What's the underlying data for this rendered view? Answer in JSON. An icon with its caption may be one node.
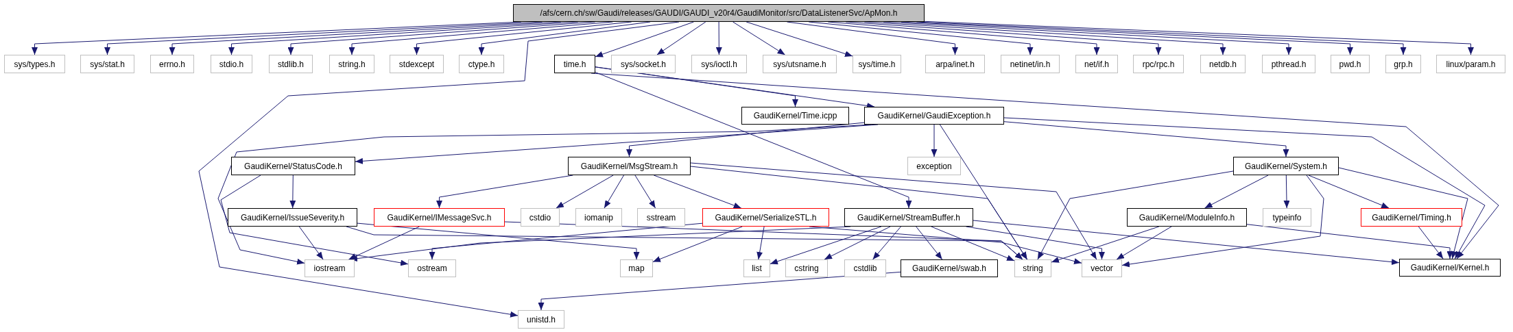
{
  "diagram": {
    "nodes": [
      {
        "text": [
          "/afs/cern.ch/sw/Gaudi/releases/GAUDI/GAUDI_v20r4/GaudiMonitor/src/DataListenerSvc/ApMon.h"
        ]
      },
      {
        "text": [
          "sys/types.h"
        ]
      },
      {
        "text": [
          "sys/stat.h"
        ]
      },
      {
        "text": [
          "errno.h"
        ]
      },
      {
        "text": [
          "stdio.h"
        ]
      },
      {
        "text": [
          "stdlib.h"
        ]
      },
      {
        "text": [
          "string.h"
        ]
      },
      {
        "text": [
          "stdexcept"
        ]
      },
      {
        "text": [
          "ctype.h"
        ]
      },
      {
        "text": [
          "time.h"
        ]
      },
      {
        "text": [
          "sys/socket.h"
        ]
      },
      {
        "text": [
          "sys/ioctl.h"
        ]
      },
      {
        "text": [
          "sys/utsname.h"
        ]
      },
      {
        "text": [
          "sys/time.h"
        ]
      },
      {
        "text": [
          "arpa/inet.h"
        ]
      },
      {
        "text": [
          "netinet/in.h"
        ]
      },
      {
        "text": [
          "net/if.h"
        ]
      },
      {
        "text": [
          "rpc/rpc.h"
        ]
      },
      {
        "text": [
          "netdb.h"
        ]
      },
      {
        "text": [
          "pthread.h"
        ]
      },
      {
        "text": [
          "pwd.h"
        ]
      },
      {
        "text": [
          "grp.h"
        ]
      },
      {
        "text": [
          "linux/param.h"
        ]
      },
      {
        "text": [
          "GaudiKernel/Time.icpp"
        ]
      },
      {
        "text": [
          "GaudiKernel/GaudiException.h"
        ]
      },
      {
        "text": [
          "GaudiKernel/StatusCode.h"
        ]
      },
      {
        "text": [
          "GaudiKernel/MsgStream.h"
        ]
      },
      {
        "text": [
          "exception"
        ]
      },
      {
        "text": [
          "GaudiKernel/System.h"
        ]
      },
      {
        "text": [
          "GaudiKernel/IssueSeverity.h"
        ]
      },
      {
        "text": [
          "GaudiKernel/IMessageSvc.h"
        ]
      },
      {
        "text": [
          "cstdio"
        ]
      },
      {
        "text": [
          "iomanip"
        ]
      },
      {
        "text": [
          "sstream"
        ]
      },
      {
        "text": [
          "GaudiKernel/SerializeSTL.h"
        ]
      },
      {
        "text": [
          "GaudiKernel/StreamBuffer.h"
        ]
      },
      {
        "text": [
          "GaudiKernel/ModuleInfo.h"
        ]
      },
      {
        "text": [
          "typeinfo"
        ]
      },
      {
        "text": [
          "GaudiKernel/Timing.h"
        ]
      },
      {
        "text": [
          "iostream"
        ]
      },
      {
        "text": [
          "ostream"
        ]
      },
      {
        "text": [
          "map"
        ]
      },
      {
        "text": [
          "list"
        ]
      },
      {
        "text": [
          "cstring"
        ]
      },
      {
        "text": [
          "cstdlib"
        ]
      },
      {
        "text": [
          "GaudiKernel/swab.h"
        ]
      },
      {
        "text": [
          "string"
        ]
      },
      {
        "text": [
          "vector"
        ]
      },
      {
        "text": [
          "GaudiKernel/Kernel.h"
        ]
      },
      {
        "text": [
          "unistd.h"
        ]
      }
    ],
    "edges": [
      {
        "from": 0,
        "to": 1,
        "arrow": "to"
      },
      {
        "from": 0,
        "to": 2,
        "arrow": "to"
      },
      {
        "from": 0,
        "to": 3,
        "arrow": "to"
      },
      {
        "from": 0,
        "to": 4,
        "arrow": "to"
      },
      {
        "from": 0,
        "to": 5,
        "arrow": "to"
      },
      {
        "from": 0,
        "to": 6,
        "arrow": "to"
      },
      {
        "from": 0,
        "to": 7,
        "arrow": "to"
      },
      {
        "from": 0,
        "to": 8,
        "arrow": "to"
      },
      {
        "from": 0,
        "to": 9,
        "arrow": "to"
      },
      {
        "from": 0,
        "to": 10,
        "arrow": "to"
      },
      {
        "from": 0,
        "to": 11,
        "arrow": "to"
      },
      {
        "from": 0,
        "to": 12,
        "arrow": "to"
      },
      {
        "from": 0,
        "to": 13,
        "arrow": "to"
      },
      {
        "from": 0,
        "to": 14,
        "arrow": "to"
      },
      {
        "from": 0,
        "to": 15,
        "arrow": "to"
      },
      {
        "from": 0,
        "to": 16,
        "arrow": "to"
      },
      {
        "from": 0,
        "to": 17,
        "arrow": "to"
      },
      {
        "from": 0,
        "to": 18,
        "arrow": "to"
      },
      {
        "from": 0,
        "to": 19,
        "arrow": "to"
      },
      {
        "from": 0,
        "to": 20,
        "arrow": "to"
      },
      {
        "from": 0,
        "to": 21,
        "arrow": "to"
      },
      {
        "from": 0,
        "to": 22,
        "arrow": "to"
      },
      {
        "from": 0,
        "to": 49,
        "arrow": "to"
      },
      {
        "from": 9,
        "to": 23,
        "arrow": "to"
      },
      {
        "from": 9,
        "to": 24,
        "arrow": "to"
      },
      {
        "from": 9,
        "to": 35,
        "arrow": "to"
      },
      {
        "from": 9,
        "to": 48,
        "arrow": "to"
      },
      {
        "from": 24,
        "to": 25,
        "arrow": "to"
      },
      {
        "from": 24,
        "to": 26,
        "arrow": "to"
      },
      {
        "from": 24,
        "to": 27,
        "arrow": "to"
      },
      {
        "from": 24,
        "to": 28,
        "arrow": "to"
      },
      {
        "from": 24,
        "to": 39,
        "arrow": "to"
      },
      {
        "from": 24,
        "to": 46,
        "arrow": "to"
      },
      {
        "from": 24,
        "to": 48,
        "arrow": "to"
      },
      {
        "from": 25,
        "to": 29,
        "arrow": "to"
      },
      {
        "from": 25,
        "to": 40,
        "arrow": "to"
      },
      {
        "from": 29,
        "to": 39,
        "arrow": "to"
      },
      {
        "from": 29,
        "to": 41,
        "arrow": "to"
      },
      {
        "from": 29,
        "to": 46,
        "arrow": "to"
      },
      {
        "from": 30,
        "to": 39,
        "arrow": "to"
      },
      {
        "from": 30,
        "to": 46,
        "arrow": "to"
      },
      {
        "from": 26,
        "to": 30,
        "arrow": "to"
      },
      {
        "from": 26,
        "to": 31,
        "arrow": "to"
      },
      {
        "from": 26,
        "to": 32,
        "arrow": "to"
      },
      {
        "from": 26,
        "to": 33,
        "arrow": "to"
      },
      {
        "from": 26,
        "to": 34,
        "arrow": "to"
      },
      {
        "from": 26,
        "to": 46,
        "arrow": "to"
      },
      {
        "from": 26,
        "to": 47,
        "arrow": "to"
      },
      {
        "from": 34,
        "to": 41,
        "arrow": "to"
      },
      {
        "from": 34,
        "to": 42,
        "arrow": "to"
      },
      {
        "from": 34,
        "to": 40,
        "arrow": "to"
      },
      {
        "from": 34,
        "to": 47,
        "arrow": "to"
      },
      {
        "from": 35,
        "to": 39,
        "arrow": "to"
      },
      {
        "from": 35,
        "to": 42,
        "arrow": "to"
      },
      {
        "from": 35,
        "to": 43,
        "arrow": "to"
      },
      {
        "from": 35,
        "to": 44,
        "arrow": "to"
      },
      {
        "from": 35,
        "to": 45,
        "arrow": "to"
      },
      {
        "from": 35,
        "to": 46,
        "arrow": "to"
      },
      {
        "from": 35,
        "to": 47,
        "arrow": "to"
      },
      {
        "from": 35,
        "to": 48,
        "arrow": "to"
      },
      {
        "from": 45,
        "to": 49,
        "arrow": "to"
      },
      {
        "from": 28,
        "to": 36,
        "arrow": "to"
      },
      {
        "from": 28,
        "to": 37,
        "arrow": "to"
      },
      {
        "from": 28,
        "to": 38,
        "arrow": "to"
      },
      {
        "from": 28,
        "to": 46,
        "arrow": "to"
      },
      {
        "from": 28,
        "to": 47,
        "arrow": "to"
      },
      {
        "from": 28,
        "to": 48,
        "arrow": "to"
      },
      {
        "from": 36,
        "to": 46,
        "arrow": "to"
      },
      {
        "from": 36,
        "to": 47,
        "arrow": "to"
      },
      {
        "from": 36,
        "to": 48,
        "arrow": "to"
      },
      {
        "from": 38,
        "to": 48,
        "arrow": "to"
      }
    ]
  }
}
